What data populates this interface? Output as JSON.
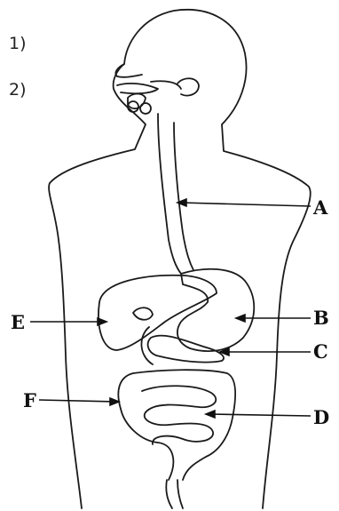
{
  "questions": [
    "1)",
    "2)"
  ],
  "labels": {
    "A": "A",
    "B": "B",
    "C": "C",
    "D": "D",
    "E": "E",
    "F": "F"
  }
}
